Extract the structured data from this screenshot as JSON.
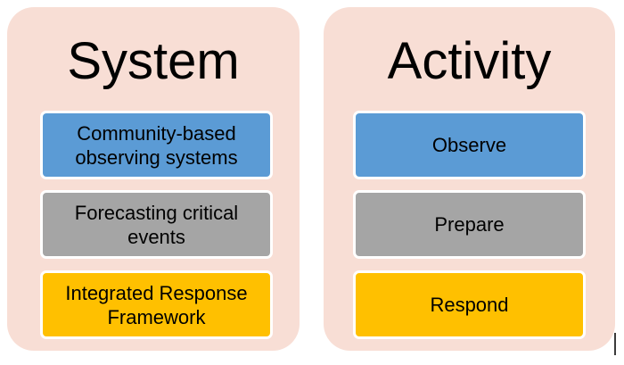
{
  "diagram": {
    "background_color": "#ffffff",
    "card_color": "#f8ded5",
    "columns": [
      {
        "id": "system",
        "title": "System",
        "rows": [
          {
            "label": "Community-based\nobserving systems",
            "color": "#5b9bd5",
            "color_name": "blue"
          },
          {
            "label": "Forecasting critical\nevents",
            "color": "#a5a5a5",
            "color_name": "gray"
          },
          {
            "label": "Integrated Response\nFramework",
            "color": "#ffc000",
            "color_name": "yellow"
          }
        ]
      },
      {
        "id": "activity",
        "title": "Activity",
        "rows": [
          {
            "label": "Observe",
            "color": "#5b9bd5",
            "color_name": "blue"
          },
          {
            "label": "Prepare",
            "color": "#a5a5a5",
            "color_name": "gray"
          },
          {
            "label": "Respond",
            "color": "#ffc000",
            "color_name": "yellow"
          }
        ]
      }
    ],
    "caret": {
      "visible": true,
      "color": "#3b3b3b"
    }
  }
}
